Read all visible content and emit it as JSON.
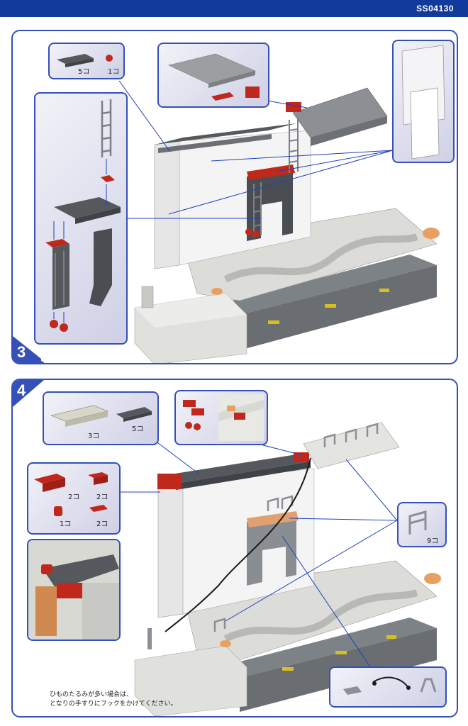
{
  "header": {
    "code": "SS04130",
    "bar_color": "#123a9a"
  },
  "step3": {
    "number": "3",
    "parts_top_left": {
      "qty_plate": "5コ",
      "qty_round": "1コ"
    },
    "accent_color": "#3550b8"
  },
  "step4": {
    "number": "4",
    "parts_top_left": {
      "qty_slope": "3コ",
      "qty_plate": "5コ"
    },
    "parts_left": {
      "qty_brick_2x4": "2コ",
      "qty_brick_2x2": "2コ",
      "qty_round": "1コ",
      "qty_slope": "2コ"
    },
    "parts_right": {
      "qty_fence": "9コ"
    },
    "note_line1": "ひものたるみが多い場合は、",
    "note_line2": "となりの手すりにフックをかけてください。"
  },
  "colors": {
    "red_brick": "#c0281c",
    "dark_grey": "#555a5e",
    "light_grey": "#d8d8d4",
    "panel_border": "#3550b8",
    "tan": "#e8a060"
  }
}
